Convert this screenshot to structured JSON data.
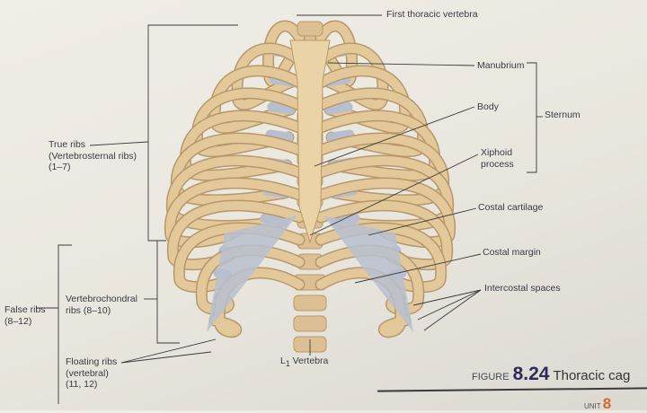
{
  "labels": {
    "first_thoracic_vertebra": "First thoracic vertebra",
    "manubrium": "Manubrium",
    "body": "Body",
    "sternum": "Sternum",
    "xiphoid": [
      "Xiphoid",
      "process"
    ],
    "costal_cartilage": "Costal cartilage",
    "costal_margin": "Costal margin",
    "intercostal_spaces": "Intercostal spaces",
    "true_ribs": [
      "True ribs",
      "(Vertebrosternal ribs)",
      "(1–7)"
    ],
    "false_ribs": [
      "False ribs",
      "(8–12)"
    ],
    "vertebrochondral_ribs": [
      "Vertebrochondral",
      "ribs (8–10)"
    ],
    "floating_ribs": [
      "Floating ribs",
      "(vertebral)",
      "(11, 12)"
    ],
    "l1_vertebra": {
      "prefix": "L",
      "sub": "1",
      "text": " Vertebra"
    }
  },
  "figure": {
    "prefix": "FIGURE",
    "number": "8.24",
    "title": "Thoracic cag"
  },
  "footer": {
    "unit_label": "UNIT",
    "unit_number": "8"
  },
  "colors": {
    "bone": "#e3c99a",
    "cartilage": "#b7bfcf",
    "leader": "#3a3a3a",
    "figure_number": "#2e2a5a",
    "unit_number": "#d46a2a"
  }
}
